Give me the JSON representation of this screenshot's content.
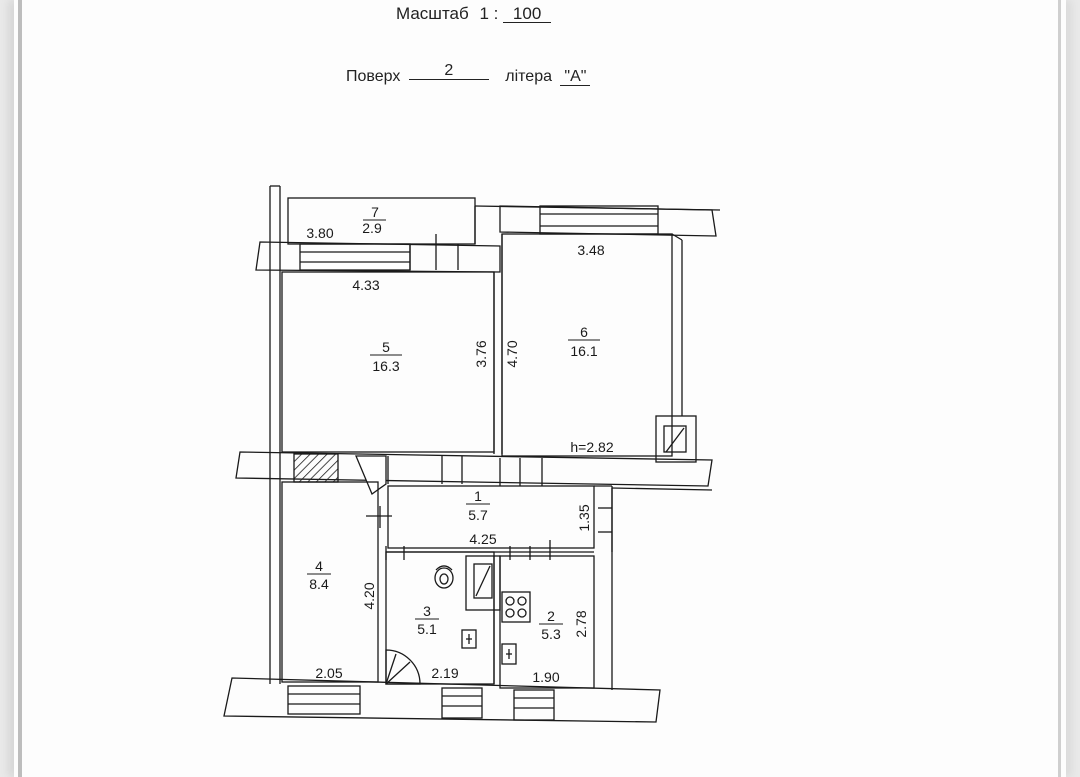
{
  "header": {
    "scale_label": "Масштаб",
    "scale_prefix": "1 :",
    "scale_value": "100",
    "floor_label": "Поверх",
    "floor_value": "2",
    "letter_label": "літера",
    "letter_value": "\"А\""
  },
  "rooms": [
    {
      "number": "1",
      "area": "5.7"
    },
    {
      "number": "2",
      "area": "5.3"
    },
    {
      "number": "3",
      "area": "5.1"
    },
    {
      "number": "4",
      "area": "8.4"
    },
    {
      "number": "5",
      "area": "16.3"
    },
    {
      "number": "6",
      "area": "16.1"
    },
    {
      "number": "7",
      "area": "2.9"
    }
  ],
  "dimensions": {
    "balcony_length": "3.80",
    "room5_width": "4.33",
    "room5_depth": "3.76",
    "room6_width": "3.48",
    "room6_depth": "4.70",
    "ceiling_height": "h=2.82",
    "hall_width": "4.25",
    "hall_depth": "1.35",
    "room4_width": "2.05",
    "room4_depth": "4.20",
    "room3_width": "2.19",
    "room2_width": "1.90",
    "room2_depth": "2.78"
  }
}
